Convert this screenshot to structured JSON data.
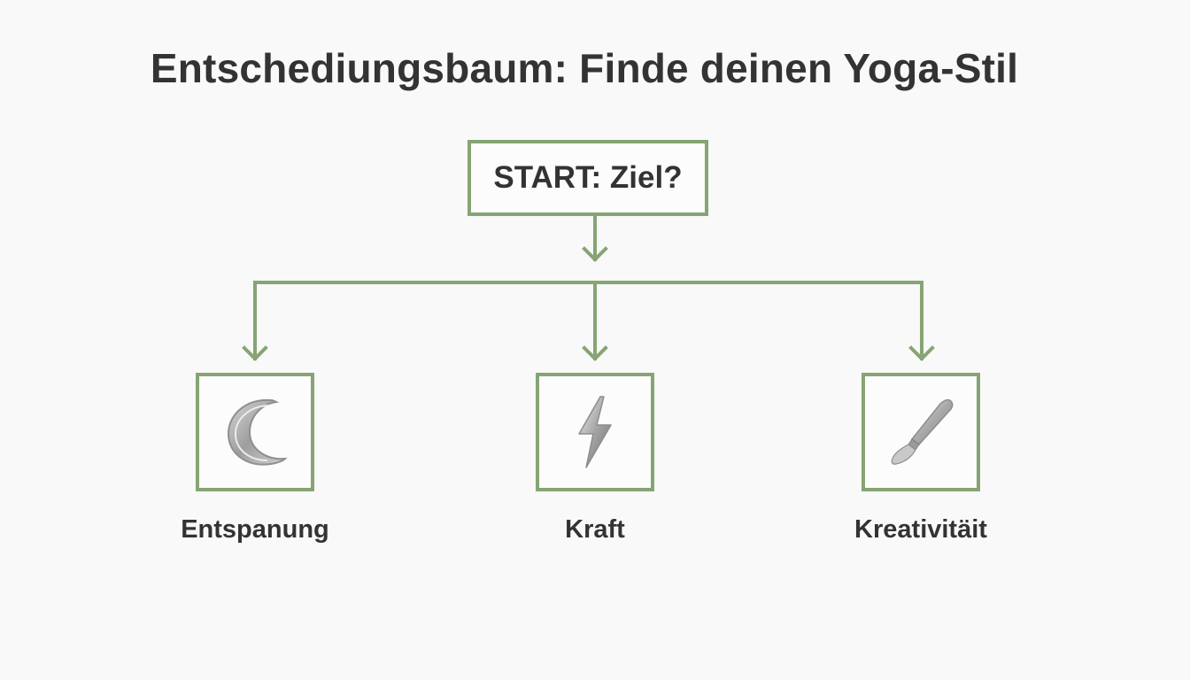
{
  "title": "Entschediungsbaum: Finde deinen Yoga-Stil",
  "start": {
    "label": "START: Ziel?"
  },
  "options": [
    {
      "label": "Entspanung",
      "icon": "crescent-moon-icon"
    },
    {
      "label": "Kraft",
      "icon": "lightning-bolt-icon"
    },
    {
      "label": "Kreativitäit",
      "icon": "paintbrush-icon"
    }
  ],
  "colors": {
    "connector": "#86a474",
    "text": "#333333",
    "background": "#f8f9f8",
    "icon": "#a9a9a9"
  }
}
